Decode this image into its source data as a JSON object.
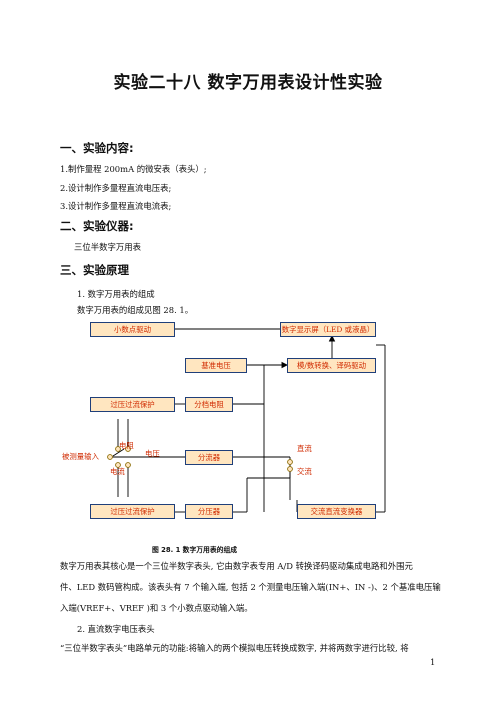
{
  "title": "实验二十八    数字万用表设计性实验",
  "section1": {
    "heading": "一、实验内容:",
    "items": [
      "1.制作量程 200mA 的微安表（表头）;",
      "2.设计制作多量程直流电压表;",
      "3.设计制作多量程直流电流表;"
    ]
  },
  "section2": {
    "heading": "二、实验仪器:",
    "text": "三位半数字万用表"
  },
  "section3": {
    "heading": "三、实验原理",
    "p1": "1. 数字万用表的组成",
    "p2": "数字万用表的组成见图 28. 1。"
  },
  "diagram": {
    "box_small_point": "小数点驱动",
    "box_display": "数字显示屏（LED 或液晶）",
    "box_ref": "基准电压",
    "box_adc": "模/数转换、译码驱动",
    "box_over_protect_top": "过压过流保护",
    "box_div_resistor": "分档电阻",
    "box_shunt": "分流器",
    "box_over_protect_bottom": "过压过流保护",
    "box_divider": "分压器",
    "box_acdc": "交流直流变换器",
    "label_input": "被测量输入",
    "label_resistance": "电阻",
    "label_voltage": "电压",
    "label_current": "电流",
    "label_dc": "直流",
    "label_ac": "交流"
  },
  "caption": "图 28. 1  数字万用表的组成",
  "para1": [
    "数字万用表其核心是一个三位半数字表头, 它由数字表专用  A/D  转换译码驱动集成电路和外围元",
    "件、LED 数码管构成。该表头有 7 个输入端, 包括 2 个测量电压输入端(IN+、IN -)、2 个基准电压输",
    "入端(VREF+、VREF    )和 3 个小数点驱动输入端。"
  ],
  "p_sub2": "2. 直流数字电压表头",
  "para2": "“三位半数字表头”电路单元的功能:将输入的两个模拟电压转换成数字, 并将两数字进行比较, 将",
  "page_number": "1"
}
